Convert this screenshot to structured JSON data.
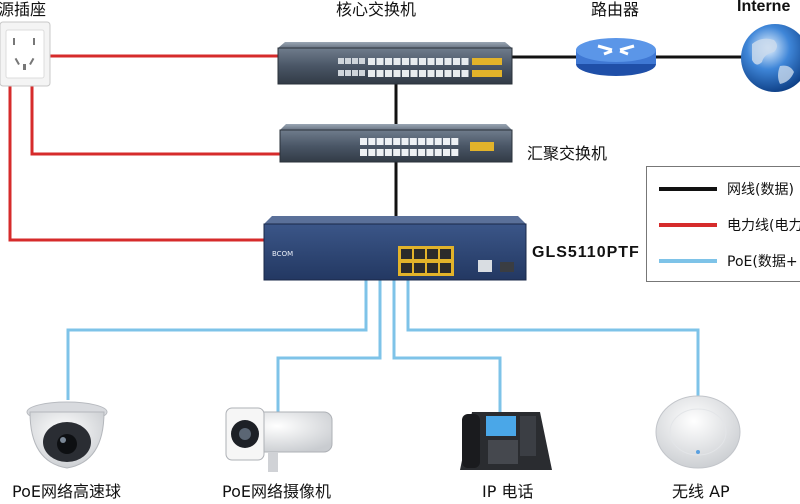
{
  "colors": {
    "data": "#111111",
    "power": "#d62b2b",
    "poe": "#7ec3e8"
  },
  "labels": {
    "outlet": "源插座",
    "core_switch": "核心交换机",
    "router": "路由器",
    "internet": "Interne",
    "aggregation_switch": "汇聚交换机",
    "poe_switch": "GLS5110PTF"
  },
  "switch_brand": "BCOM",
  "legend": [
    {
      "key": "data",
      "label": "网线(数据)"
    },
    {
      "key": "power",
      "label": "电力线(电力"
    },
    {
      "key": "poe",
      "label": "PoE(数据+"
    }
  ],
  "devices": [
    {
      "icon": "dome-camera-icon",
      "label": "PoE网络高速球"
    },
    {
      "icon": "bullet-camera-icon",
      "label": "PoE网络摄像机"
    },
    {
      "icon": "ip-phone-icon",
      "label": "IP 电话"
    },
    {
      "icon": "wireless-ap-icon",
      "label": "无线 AP"
    }
  ]
}
